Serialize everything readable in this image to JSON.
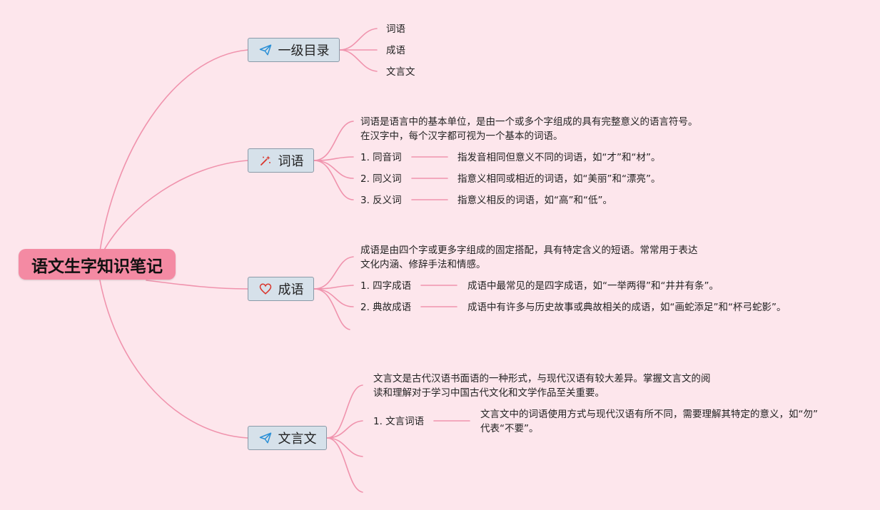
{
  "root": {
    "label": "语文生字知识笔记"
  },
  "colors": {
    "background": "#fde6ec",
    "root": "#f48aa3",
    "branch_fill": "#d6e1ea",
    "branch_border": "#8a9aa8",
    "connector": "#f093ad",
    "icon_blue": "#2a8fd6",
    "icon_red": "#d9342b"
  },
  "branches": {
    "catalog": {
      "label": "一级目录",
      "icon": "paper-plane-icon",
      "items": [
        "词语",
        "成语",
        "文言文"
      ]
    },
    "words": {
      "label": "词语",
      "icon": "magic-wand-icon",
      "desc1": "词语是语言中的基本单位，是由一个或多个字组成的具有完整意义的语言符号。",
      "desc2": "在汉字中，每个汉字都可视为一个基本的词语。",
      "items": [
        {
          "name": "1. 同音词",
          "detail": "指发音相同但意义不同的词语，如“才”和“材”。"
        },
        {
          "name": "2. 同义词",
          "detail": "指意义相同或相近的词语，如“美丽”和“漂亮”。"
        },
        {
          "name": "3. 反义词",
          "detail": "指意义相反的词语，如“高”和“低”。"
        }
      ]
    },
    "idioms": {
      "label": "成语",
      "icon": "heart-icon",
      "desc1": "成语是由四个字或更多字组成的固定搭配，具有特定含义的短语。常常用于表达",
      "desc2": "文化内涵、修辞手法和情感。",
      "items": [
        {
          "name": "1. 四字成语",
          "detail": "成语中最常见的是四字成语，如“一举两得”和“井井有条”。"
        },
        {
          "name": "2. 典故成语",
          "detail": "成语中有许多与历史故事或典故相关的成语，如“画蛇添足”和“杯弓蛇影”。"
        }
      ]
    },
    "classical": {
      "label": "文言文",
      "icon": "paper-plane-icon",
      "desc1": "文言文是古代汉语书面语的一种形式，与现代汉语有较大差异。掌握文言文的阅",
      "desc2": "读和理解对于学习中国古代文化和文学作品至关重要。",
      "items": [
        {
          "name": "1. 文言词语",
          "detail1": "文言文中的词语使用方式与现代汉语有所不同，需要理解其特定的意义，如“勿”",
          "detail2": "代表“不要”。"
        }
      ]
    }
  }
}
